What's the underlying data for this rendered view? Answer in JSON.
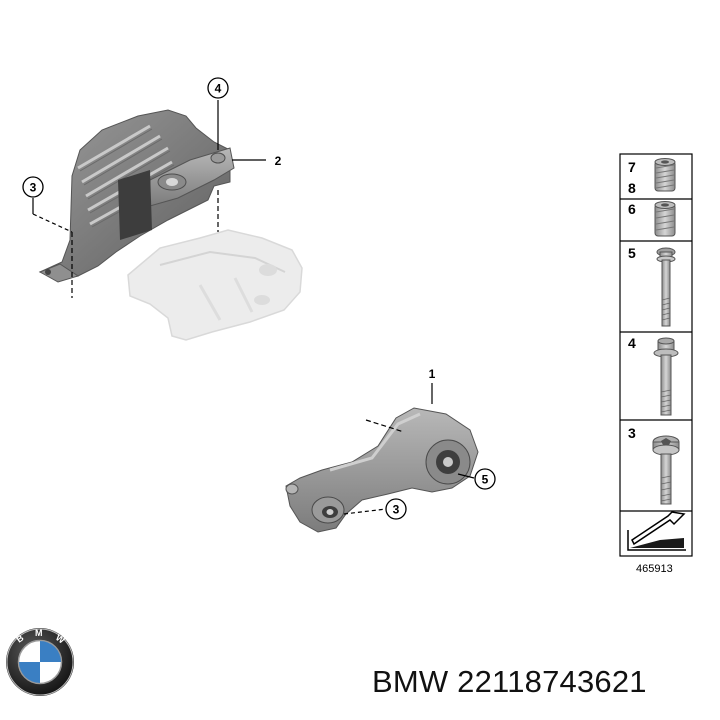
{
  "diagram": {
    "callouts_top": [
      {
        "id": "callout-4-top",
        "label": "4"
      },
      {
        "id": "callout-2",
        "label": "2"
      },
      {
        "id": "callout-3-top",
        "label": "3"
      }
    ],
    "callouts_bottom": [
      {
        "id": "callout-1",
        "label": "1"
      },
      {
        "id": "callout-5",
        "label": "5"
      },
      {
        "id": "callout-3-bottom",
        "label": "3"
      }
    ],
    "parts_table": [
      {
        "labels": [
          "7",
          "8"
        ],
        "icon": "threaded-insert-icon"
      },
      {
        "labels": [
          "6"
        ],
        "icon": "threaded-insert-icon"
      },
      {
        "labels": [
          "5"
        ],
        "icon": "long-bolt-icon"
      },
      {
        "labels": [
          "4"
        ],
        "icon": "flange-bolt-icon"
      },
      {
        "labels": [
          "3"
        ],
        "icon": "torx-bolt-icon"
      }
    ],
    "figure_number": "465913"
  },
  "footer": {
    "brand_logo": "bmw-roundel-logo",
    "part_label": "BMW 22118743621"
  },
  "colors": {
    "part_dark": "#7a7a7a",
    "part_mid": "#a9a9a9",
    "part_light": "#d6d6d6",
    "ghost_part": "#e9e9e9",
    "line": "#000000",
    "logo_blue": "#3a7fc3"
  }
}
